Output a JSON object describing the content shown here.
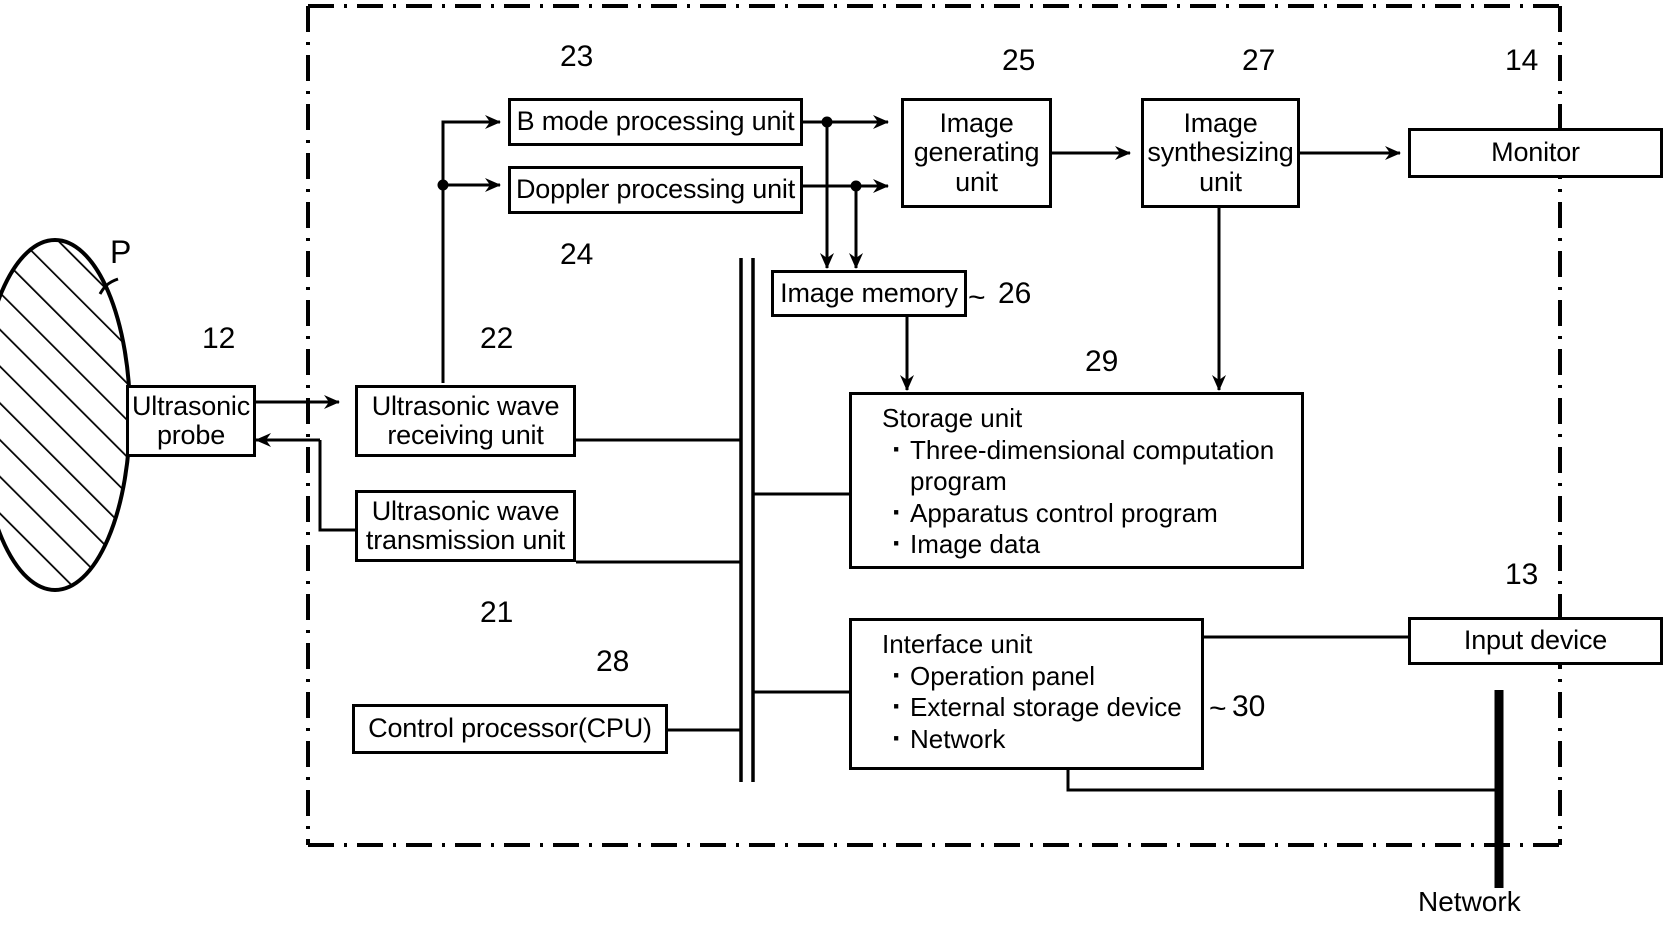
{
  "diagram": {
    "title": "Ultrasonic diagnostic apparatus block diagram",
    "patient_label": "P",
    "network_label": "Network"
  },
  "blocks": {
    "b_mode": {
      "label": "B mode processing unit",
      "ref": "23"
    },
    "doppler": {
      "label": "Doppler processing unit",
      "ref": "24"
    },
    "image_generating": {
      "label": "Image\ngenerating\nunit",
      "ref": "25"
    },
    "image_synthesizing": {
      "label": "Image\nsynthesizing\nunit",
      "ref": "27"
    },
    "monitor": {
      "label": "Monitor",
      "ref": "14"
    },
    "image_memory": {
      "label": "Image memory",
      "ref": "26"
    },
    "probe": {
      "label": "Ultrasonic\nprobe",
      "ref": "12"
    },
    "receiving": {
      "label": "Ultrasonic wave\nreceiving unit",
      "ref": "22"
    },
    "transmission": {
      "label": "Ultrasonic wave\ntransmission unit",
      "ref": "21"
    },
    "cpu": {
      "label": "Control processor(CPU)",
      "ref": "28"
    },
    "input_device": {
      "label": "Input device",
      "ref": "13"
    },
    "storage": {
      "header": "Storage unit",
      "ref": "29",
      "items": [
        "Three-dimensional computation program",
        "Apparatus control program",
        "Image data"
      ]
    },
    "interface": {
      "header": "Interface unit",
      "ref": "30",
      "items": [
        "Operation panel",
        "External storage device",
        "Network"
      ]
    }
  }
}
